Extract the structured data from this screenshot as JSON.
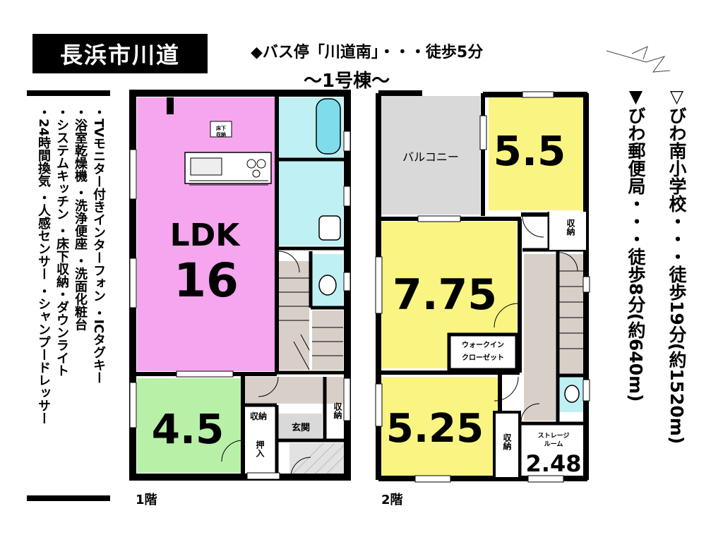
{
  "header": {
    "location": "長浜市川道",
    "bus_access": "◆バス停「川道南」・・・徒歩5分",
    "building": "～1号棟～"
  },
  "features": {
    "lines": [
      "・TVモニター付きインターフォン ・ICタグキー",
      "・浴室乾燥機 ・洗浄便座 ・洗面化粧台",
      "・システムキッチン ・床下収納・ダウンライト",
      "・24時間換気 ・人感センサー ・シャンプードレッサー"
    ]
  },
  "nearby": {
    "school": "▽びわ南小学校・・・徒歩19分(約1520m)",
    "post_office": "▼びわ郵便局・・・徒歩8分(約640m)"
  },
  "floor1": {
    "label": "1階",
    "ldk_label": "LDK",
    "ldk_size": "16",
    "washitsu_size": "4.5",
    "underfloor_storage": "床下\n収納",
    "storage_a": "収納",
    "storage_b": "収納",
    "oshiire": "押\n入",
    "genkan": "玄関"
  },
  "floor2": {
    "label": "2階",
    "balcony": "バルコニー",
    "room_a": "5.5",
    "room_b": "7.75",
    "room_c": "5.25",
    "walkin_1": "ウォークイン",
    "walkin_2": "クローゼット",
    "storage_a": "収\n納",
    "storage_b": "収\n納",
    "storage_room_1": "ストレージ",
    "storage_room_2": "ルーム",
    "storage_room_size": "2.48"
  },
  "colors": {
    "ldk": "#F6A6EE",
    "washitsu": "#B8F0A8",
    "bedroom": "#FAF483",
    "water": "#BFF0F4",
    "balcony": "#D9D9D9",
    "hall": "#D8D0C8",
    "wall": "#000000"
  }
}
